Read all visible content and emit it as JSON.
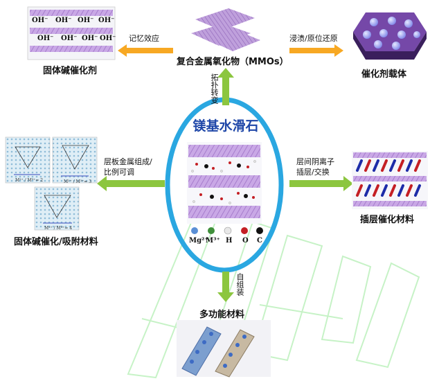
{
  "center": {
    "title": "镁基水滑石",
    "legend": [
      "Mg²⁺",
      "M³⁺",
      "H",
      "O",
      "C"
    ]
  },
  "top": {
    "caption": "复合金属氧化物（MMOs）",
    "arrow_label": "拓扑转变"
  },
  "top_left": {
    "caption": "固体碱催化剂",
    "arrow_label": "记忆效应",
    "anion": "OH⁻"
  },
  "top_right": {
    "caption": "催化剂载体",
    "arrow_label": "浸渍/原位还原"
  },
  "left": {
    "caption": "固体碱催化/吸附材料",
    "arrow_label_1": "层板金属组成/",
    "arrow_label_2": "比例可调",
    "ratios": [
      "M²⁺ / M³⁺= 2",
      "M²⁺ / M³⁺= 3",
      "M²⁺ / M³⁺= 4"
    ]
  },
  "right": {
    "caption": "插层催化材料",
    "arrow_label_1": "层间阴离子",
    "arrow_label_2": "插层/交换"
  },
  "bottom": {
    "caption": "多功能材料",
    "arrow_label": "自组装"
  },
  "colors": {
    "arrow_green": "#8cc63f",
    "arrow_orange": "#f7a823",
    "ellipse": "#2aa7e1",
    "title_blue": "#1f47a8",
    "layer_purple": "#b58ad6",
    "mg": "#5a8fd6",
    "m3": "#3f8f3a",
    "h": "#e8e8e8",
    "o": "#c41f24",
    "c": "#111111"
  }
}
